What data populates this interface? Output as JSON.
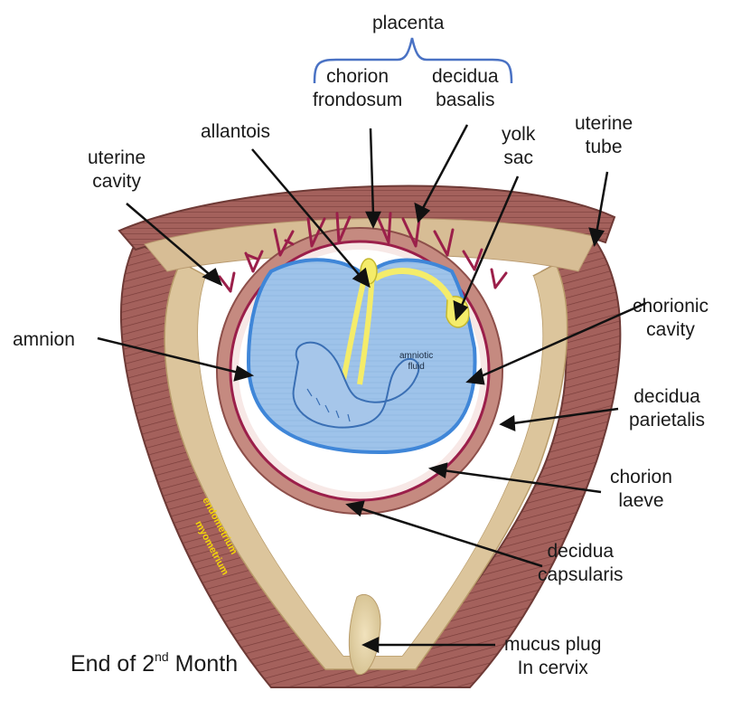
{
  "labels": {
    "placenta": "placenta",
    "chorion_frondosum": [
      "chorion",
      "frondosum"
    ],
    "decidua_basalis": [
      "decidua",
      "basalis"
    ],
    "allantois": "allantois",
    "yolk_sac": [
      "yolk",
      "sac"
    ],
    "uterine_tube": [
      "uterine",
      "tube"
    ],
    "uterine_cavity": [
      "uterine",
      "cavity"
    ],
    "amnion": "amnion",
    "chorionic_cavity": [
      "chorionic",
      "cavity"
    ],
    "decidua_parietalis": [
      "decidua",
      "parietalis"
    ],
    "chorion_laeve": [
      "chorion",
      "laeve"
    ],
    "decidua_capsularis": [
      "decidua",
      "capsularis"
    ],
    "mucus_plug": [
      "mucus plug",
      "In cervix"
    ],
    "amniotic_fluid": [
      "amniotic",
      "fluid"
    ],
    "endometrium": "endometrium",
    "myometrium": "myometrium"
  },
  "caption": {
    "pre": "End of 2",
    "sup": "nd",
    "post": " Month"
  },
  "colors": {
    "myometrium": "#a4615c",
    "endometrium": "#dcc59c",
    "decidua": "#b9786f",
    "villi": "#9b1f4a",
    "amniotic_fluid": "#9ec3ea",
    "amnion_edge": "#3f86d8",
    "yolk": "#f4ec6a",
    "bracket": "#4a72c4"
  }
}
